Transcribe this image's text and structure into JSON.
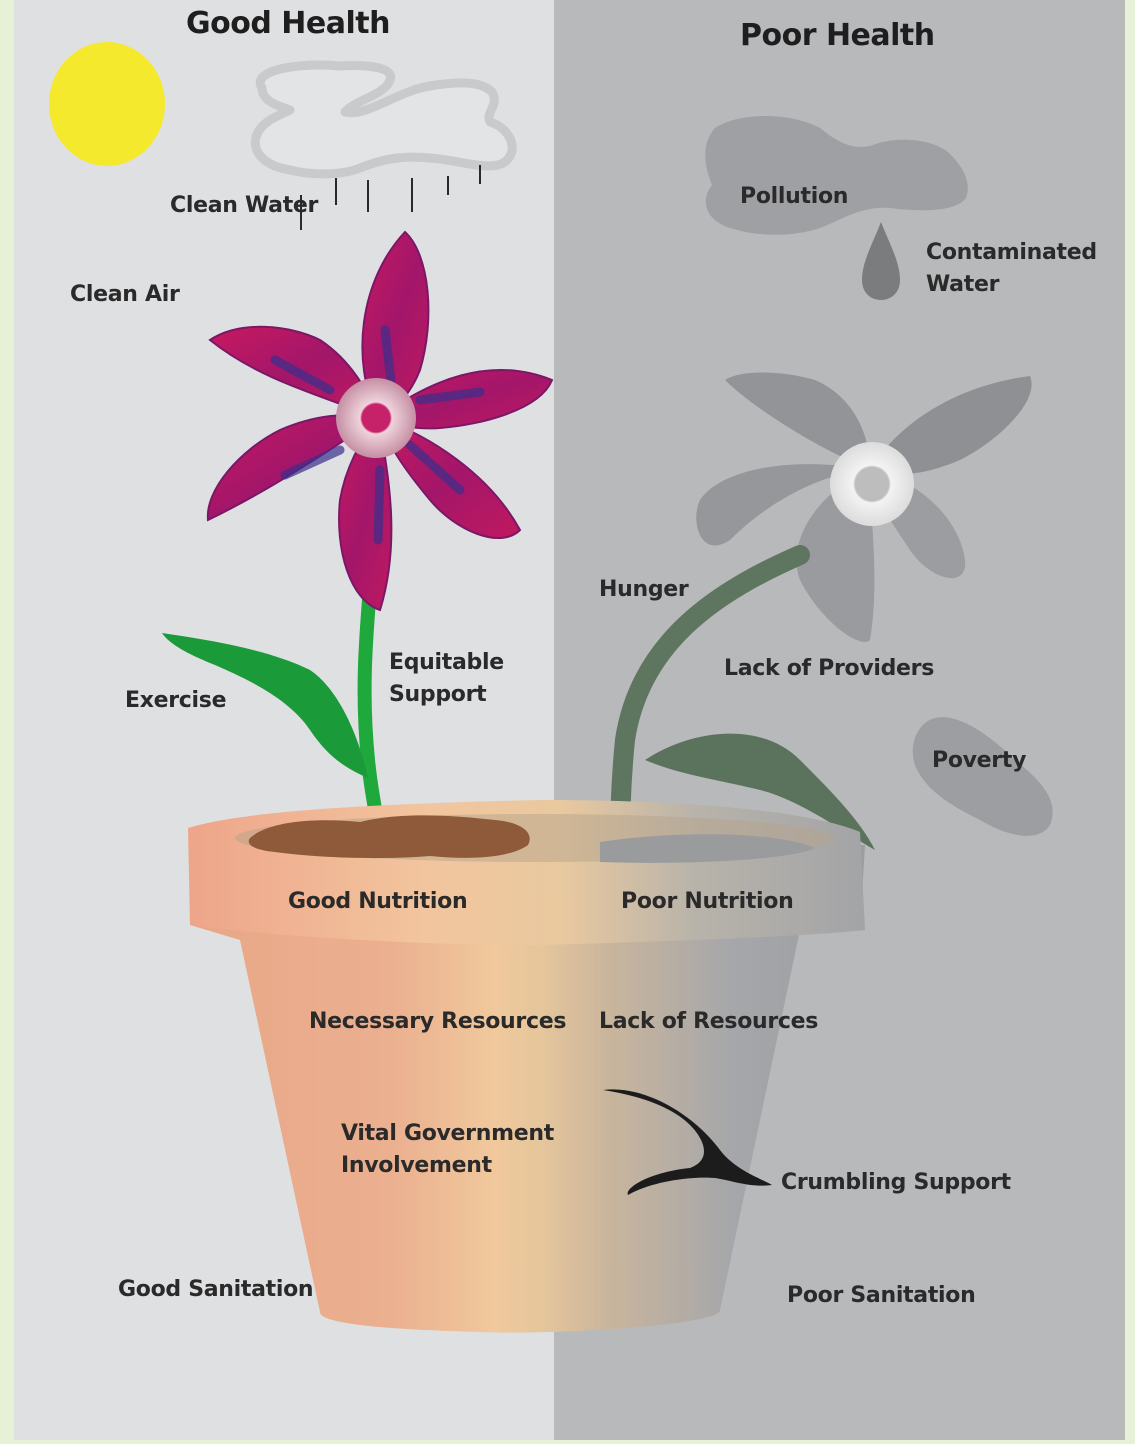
{
  "titles": {
    "good": "Good Health",
    "poor": "Poor Health"
  },
  "good_labels": {
    "clean_water": "Clean Water",
    "clean_air": "Clean Air",
    "equitable_support_line1": "Equitable",
    "equitable_support_line2": "Support",
    "exercise": "Exercise",
    "good_nutrition": "Good Nutrition",
    "necessary_resources": "Necessary Resources",
    "vital_gov_line1": "Vital Government",
    "vital_gov_line2": "Involvement",
    "good_sanitation": "Good Sanitation"
  },
  "poor_labels": {
    "pollution": "Pollution",
    "contaminated_line1": "Contaminated",
    "contaminated_line2": "Water",
    "hunger": "Hunger",
    "lack_of_providers": "Lack of Providers",
    "poverty": "Poverty",
    "poor_nutrition": "Poor Nutrition",
    "lack_of_resources": "Lack of Resources",
    "crumbling_support": "Crumbling Support",
    "poor_sanitation": "Poor Sanitation"
  },
  "colors": {
    "frame": "#e7f1d8",
    "good_bg": "#dfe0e2",
    "poor_bg": "#b8b9bb",
    "sun": "#f5e92e",
    "flower": "#c41b66",
    "stem": "#1fa83c",
    "wilted": "#5f7660",
    "dead_petal": "#9d9ea0",
    "pot": "#edc49a"
  }
}
